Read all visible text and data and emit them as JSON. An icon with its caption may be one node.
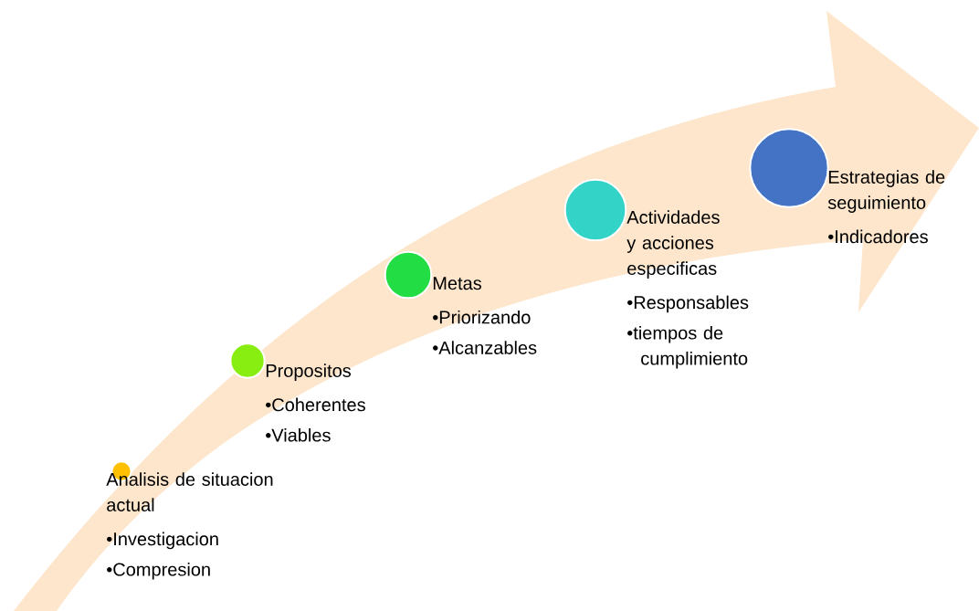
{
  "diagram": {
    "nodes": [
      {
        "text": [
          "Analisis de situacion actual",
          "•Investigacion",
          "•Compresion"
        ]
      },
      {
        "text": [
          "Propositos",
          "•Coherentes",
          "•Viables"
        ]
      },
      {
        "text": [
          "Metas",
          "•Priorizando",
          "•Alcanzables"
        ]
      },
      {
        "text": [
          "Actividades y acciones especificas",
          "•Responsables",
          "•tiempos de cumplimiento"
        ]
      },
      {
        "text": [
          "Estrategias de seguimiento",
          "•Indicadores"
        ]
      }
    ]
  }
}
